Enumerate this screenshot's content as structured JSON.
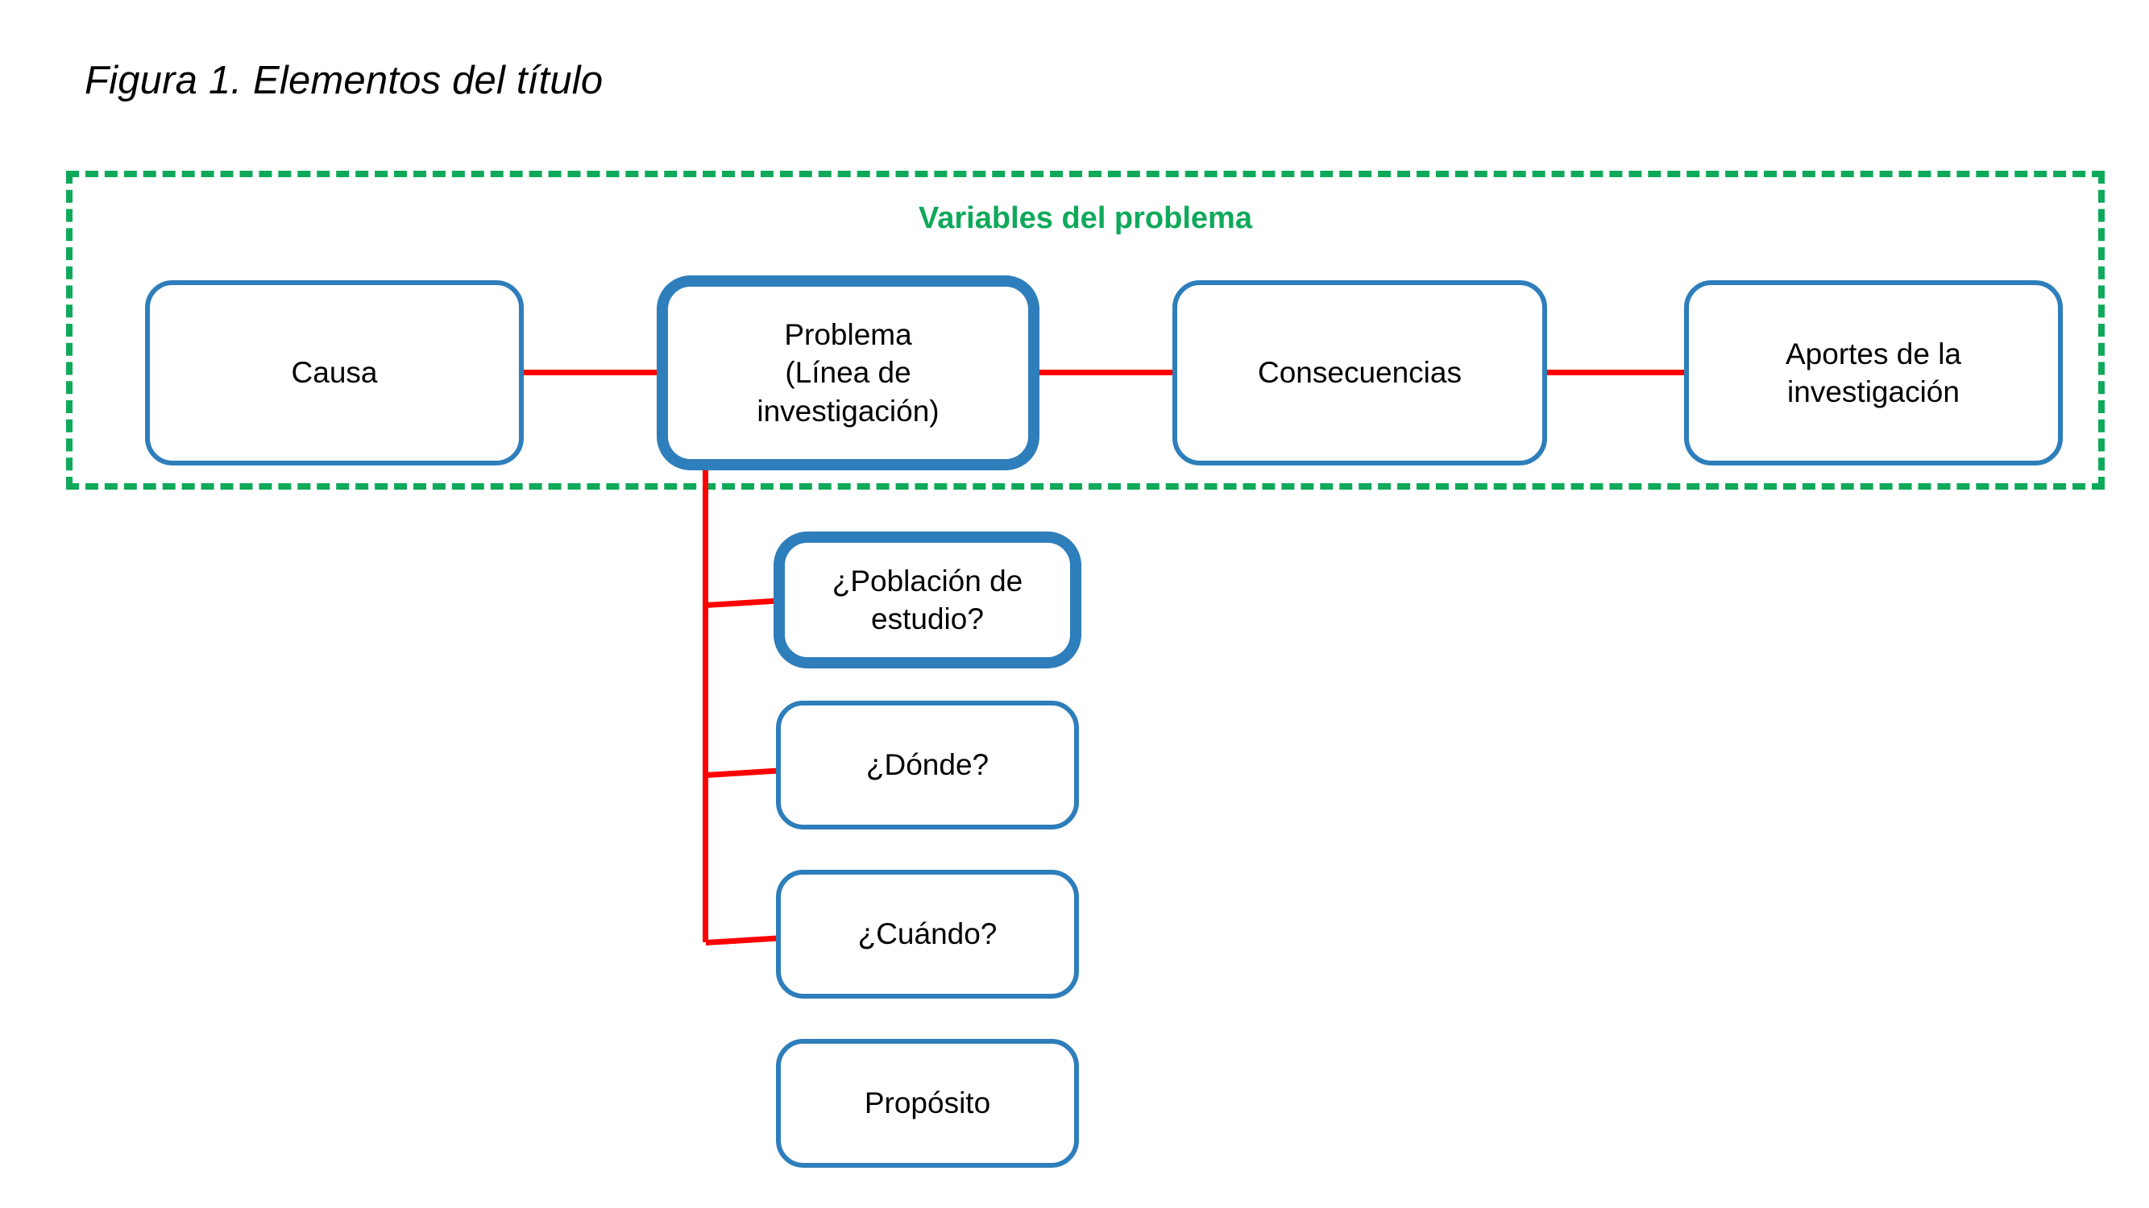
{
  "figure": {
    "title": "Figura 1. Elementos del título"
  },
  "group": {
    "label": "Variables del problema",
    "border_color": "#0FA95A",
    "border_style": "dashed"
  },
  "theme": {
    "node_border_color": "#2E7EBB",
    "connector_color": "#FF0000",
    "group_color": "#0FA95A",
    "text_color": "#000000",
    "background": "#FFFFFF"
  },
  "nodes": {
    "causa": {
      "label": "Causa",
      "emphasis": "normal"
    },
    "problema": {
      "label": "Problema\n(Línea de\ninvestigación)",
      "line1": "Problema",
      "line2": "(Línea de",
      "line3": "investigación)",
      "emphasis": "thick"
    },
    "consecuencias": {
      "label": "Consecuencias",
      "emphasis": "normal"
    },
    "aportes": {
      "line1": "Aportes de la",
      "line2": "investigación",
      "emphasis": "normal"
    },
    "poblacion": {
      "line1": "¿Población de",
      "line2": "estudio?",
      "emphasis": "thick"
    },
    "donde": {
      "label": "¿Dónde?",
      "emphasis": "normal"
    },
    "cuando": {
      "label": "¿Cuándo?",
      "emphasis": "normal"
    },
    "proposito": {
      "label": "Propósito",
      "emphasis": "normal"
    }
  },
  "connectors": [
    {
      "from": "causa",
      "to": "problema",
      "orientation": "horizontal"
    },
    {
      "from": "problema",
      "to": "consecuencias",
      "orientation": "horizontal"
    },
    {
      "from": "consecuencias",
      "to": "aportes",
      "orientation": "horizontal"
    },
    {
      "from": "problema",
      "to": "poblacion",
      "orientation": "elbow"
    },
    {
      "from": "problema",
      "to": "donde",
      "orientation": "elbow"
    },
    {
      "from": "problema",
      "to": "cuando",
      "orientation": "elbow"
    }
  ]
}
